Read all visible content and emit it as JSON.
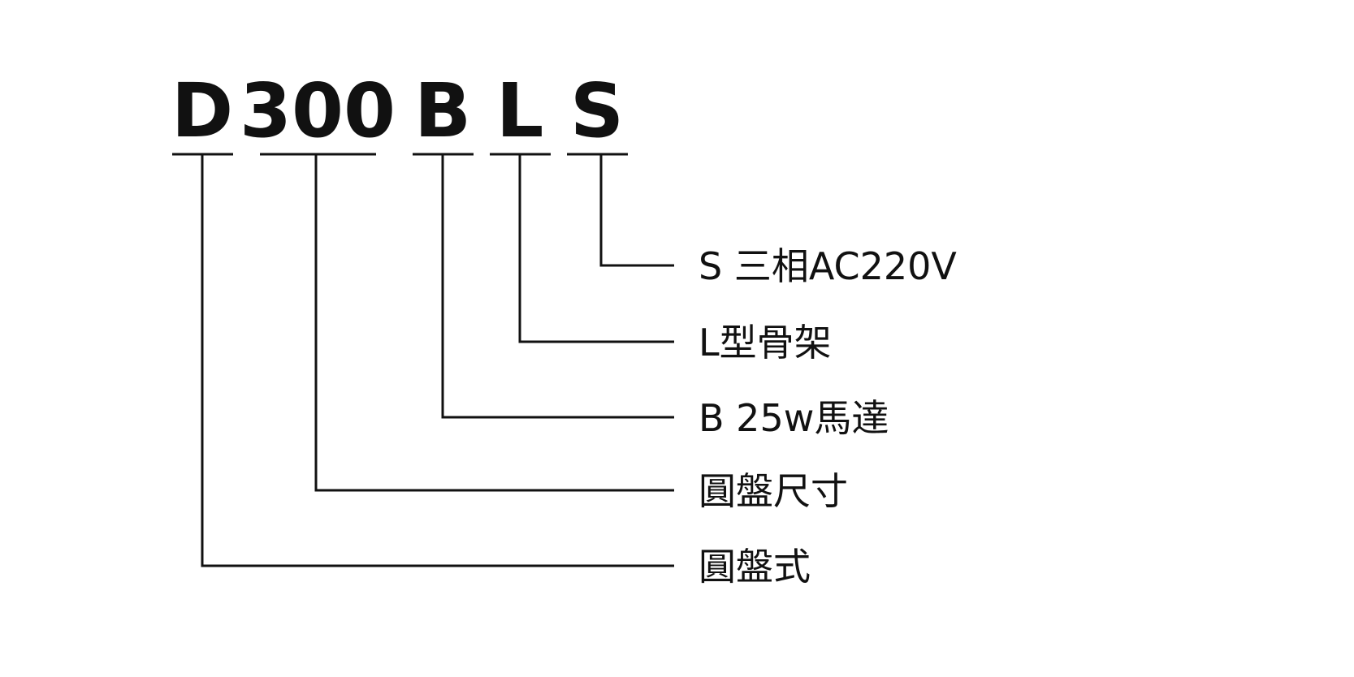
{
  "model_code": {
    "segments": [
      "D",
      "300",
      "B",
      "L",
      "S"
    ]
  },
  "legend": [
    {
      "segment": "S",
      "label": "S 三相AC220V"
    },
    {
      "segment": "L",
      "label": "L型骨架"
    },
    {
      "segment": "B",
      "label": "B 25w馬達"
    },
    {
      "segment": "300",
      "label": "圓盤尺寸"
    },
    {
      "segment": "D",
      "label": "圓盤式"
    }
  ]
}
